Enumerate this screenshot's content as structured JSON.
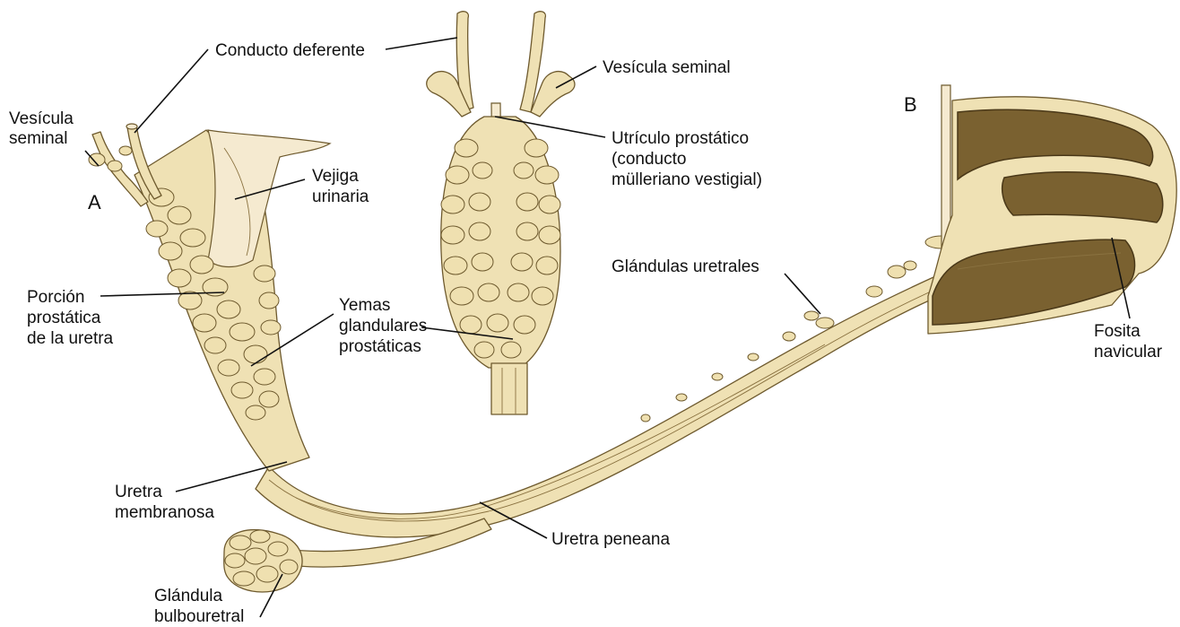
{
  "panel_letters": {
    "a": "A",
    "b": "B"
  },
  "labels": {
    "conducto_deferente": [
      "Conducto deferente"
    ],
    "vesicula_seminal_a": [
      "Vesícula",
      "seminal"
    ],
    "vejiga_urinaria": [
      "Vejiga",
      "urinaria"
    ],
    "vesicula_seminal_top": [
      "Vesícula seminal"
    ],
    "utriculo_prostatico": [
      "Utrículo prostático",
      "(conducto",
      "mülleriano vestigial)"
    ],
    "porcion_prostatica": [
      "Porción",
      "prostática",
      "de la uretra"
    ],
    "yemas_glandulares": [
      "Yemas",
      "glandulares",
      "prostáticas"
    ],
    "glandulas_uretrales": [
      "Glándulas uretrales"
    ],
    "fosita_navicular": [
      "Fosita",
      "navicular"
    ],
    "uretra_membranosa": [
      "Uretra",
      "membranosa"
    ],
    "uretra_peneana": [
      "Uretra peneana"
    ],
    "glandula_bulbouretral": [
      "Glándula",
      "bulbouretral"
    ]
  },
  "colors": {
    "tissue_fill": "#efe1b4",
    "tissue_stroke": "#6e5a2e",
    "glans_fill": "#7a6130",
    "label_text": "#111111"
  }
}
